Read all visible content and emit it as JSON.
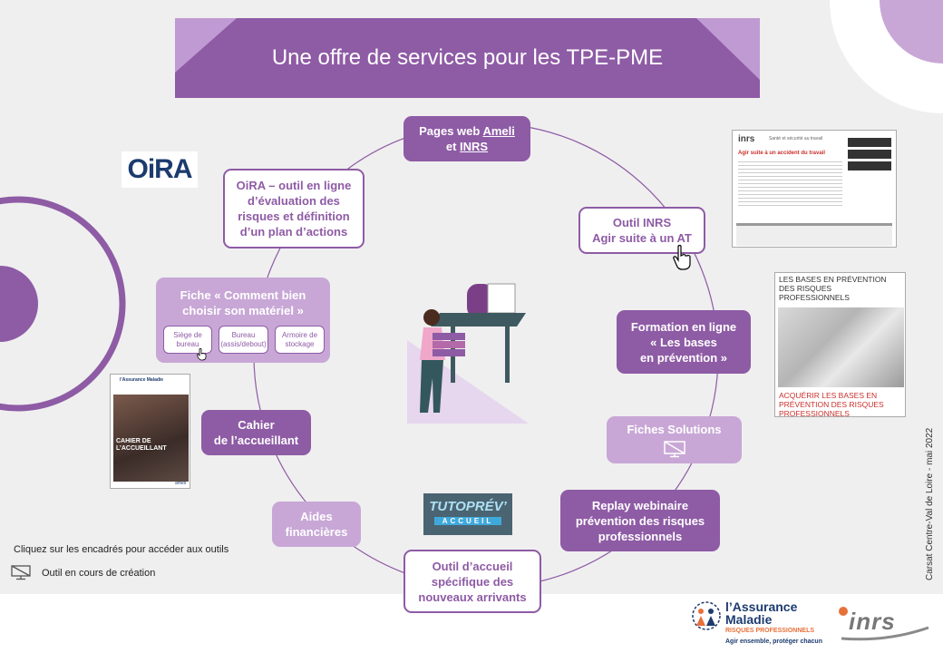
{
  "title": "Une offre de services pour les TPE-PME",
  "colors": {
    "primary": "#8e5ba5",
    "light": "#c8a7d6",
    "banner_accent": "#c09ad2",
    "background": "#efefef"
  },
  "boxes": {
    "pages_web": {
      "line1": "Pages web ",
      "ameli": "Ameli",
      "line2": "et ",
      "inrs": "INRS"
    },
    "outil_inrs": {
      "line1": "Outil INRS",
      "line2": "Agir suite à un AT"
    },
    "formation": {
      "line1": "Formation en ligne",
      "line2": "« Les bases",
      "line3": "en prévention »"
    },
    "fiches_solutions": {
      "label": "Fiches Solutions"
    },
    "replay": {
      "line1": "Replay webinaire",
      "line2": "prévention des risques",
      "line3": "professionnels"
    },
    "outil_accueil": {
      "line1": "Outil d’accueil",
      "line2": "spécifique des",
      "line3": "nouveaux arrivants"
    },
    "aides": {
      "line1": "Aides",
      "line2": "financières"
    },
    "cahier": {
      "line1": "Cahier",
      "line2": "de l’accueillant"
    },
    "fiche": {
      "line1": "Fiche « Comment bien",
      "line2": "choisir son matériel »",
      "sub": [
        "Siège de bureau",
        "Bureau (assis/debout)",
        "Armoire de stockage"
      ]
    },
    "oira": {
      "line1": "OiRA – outil en ligne",
      "line2": "d’évaluation des",
      "line3": "risques et définition",
      "line4": "d’un plan d’actions"
    }
  },
  "logos": {
    "oira": "OiRA",
    "tutoprev": "TUTOPRÉV’",
    "tutoprev_sub": "ACCUEIL",
    "assurance": "l’Assurance",
    "maladie": "Maladie",
    "risques": "RISQUES PROFESSIONNELS",
    "slogan": "Agir ensemble, protéger chacun",
    "inrs": "inrs"
  },
  "thumbnails": {
    "inrs_page": {
      "brand": "inrs",
      "header": "Santé et sécurité au travail",
      "heading": "Agir suite à un accident du travail"
    },
    "bases": {
      "top": "LES BASES EN PRÉVENTION DES RISQUES PROFESSIONNELS",
      "bottom": "ACQUÉRIR LES BASES EN PRÉVENTION DES RISQUES PROFESSIONNELS"
    },
    "cahier": {
      "brand": "l’Assurance Maladie",
      "title": "CAHIER DE L’ACCUEILLANT",
      "footer": "ameli"
    }
  },
  "legend": {
    "click_hint": "Cliquez sur les encadrés pour accéder aux outils",
    "in_progress": "Outil en cours de création"
  },
  "side_text": "Carsat Centre-Val de Loire -  mai 2022"
}
